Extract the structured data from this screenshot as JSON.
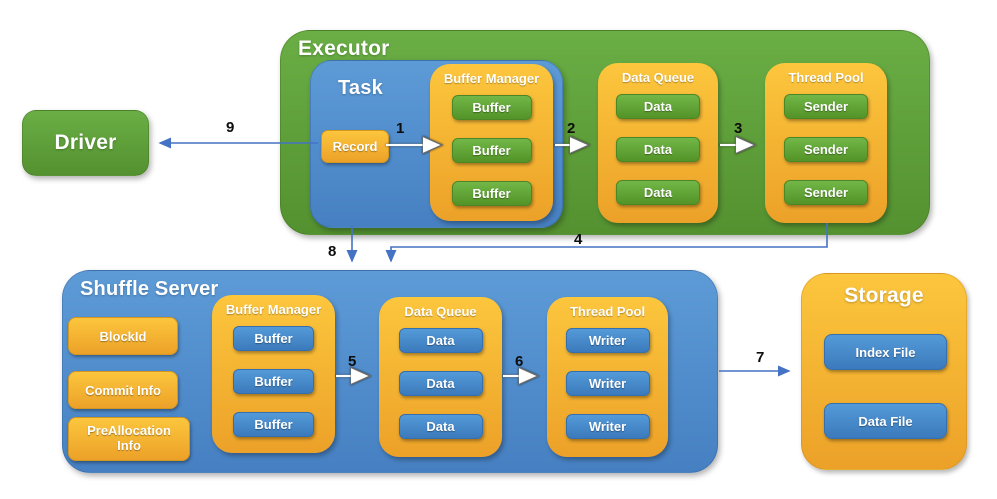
{
  "colors": {
    "green": "#5a9e36",
    "blue": "#4e8bc8",
    "orange": "#f5b32e",
    "arrow_blue": "#4472c4",
    "arrow_white": "#ffffff",
    "label_text": "#ffffff",
    "number_text": "#0d0d0d"
  },
  "executor": {
    "title": "Executor",
    "task": {
      "title": "Task",
      "record": "Record"
    },
    "buffer_manager": {
      "title": "Buffer Manager",
      "items": [
        "Buffer",
        "Buffer",
        "Buffer"
      ]
    },
    "data_queue": {
      "title": "Data Queue",
      "items": [
        "Data",
        "Data",
        "Data"
      ]
    },
    "thread_pool": {
      "title": "Thread Pool",
      "items": [
        "Sender",
        "Sender",
        "Sender"
      ]
    }
  },
  "driver": {
    "title": "Driver"
  },
  "shuffle_server": {
    "title": "Shuffle Server",
    "info_boxes": [
      "BlockId",
      "Commit Info",
      "PreAllocation Info"
    ],
    "buffer_manager": {
      "title": "Buffer Manager",
      "items": [
        "Buffer",
        "Buffer",
        "Buffer"
      ]
    },
    "data_queue": {
      "title": "Data Queue",
      "items": [
        "Data",
        "Data",
        "Data"
      ]
    },
    "thread_pool": {
      "title": "Thread Pool",
      "items": [
        "Writer",
        "Writer",
        "Writer"
      ]
    }
  },
  "storage": {
    "title": "Storage",
    "items": [
      "Index File",
      "Data File"
    ]
  },
  "arrows": {
    "n1": "1",
    "n2": "2",
    "n3": "3",
    "n4": "4",
    "n5": "5",
    "n6": "6",
    "n7": "7",
    "n8": "8",
    "n9": "9"
  }
}
